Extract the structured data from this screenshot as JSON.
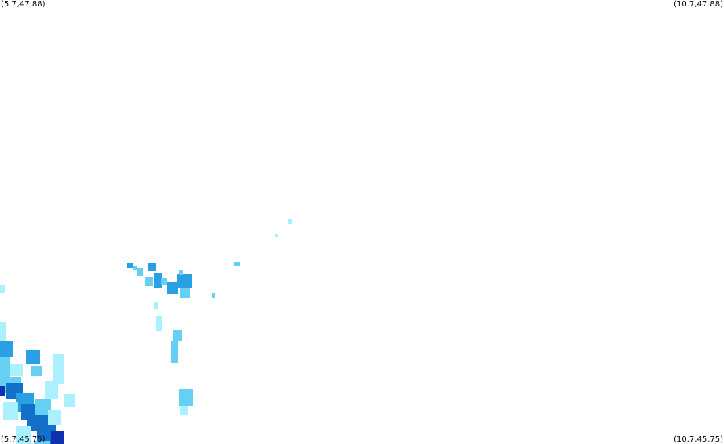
{
  "map": {
    "corner_labels": {
      "top_left": "(5.7,47.88)",
      "top_right": "(10.7,47.88)",
      "bottom_left": "(5.7,45.75)",
      "bottom_right": "(10.7,45.75)"
    }
  },
  "colors": {
    "background": "#ffffff",
    "precip_light": "#aaf0ff",
    "precip_low": "#66d0f4",
    "precip_medium": "#2aa0e4",
    "precip_high": "#1270c8",
    "precip_very_high": "#1030b0"
  }
}
